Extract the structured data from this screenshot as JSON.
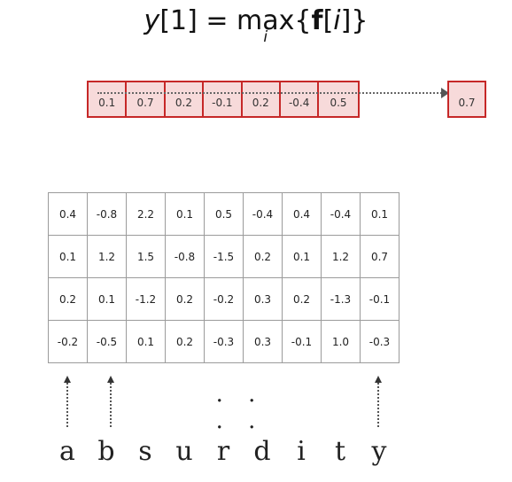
{
  "formula": {
    "lhs_var": "y",
    "lhs_index": "[1]",
    "equals": "=",
    "op": "max",
    "op_subscript": "i",
    "arg_open": "{",
    "arg_var": "f",
    "arg_index_open": "[",
    "arg_index": "i",
    "arg_index_close": "]",
    "arg_close": "}"
  },
  "pooled_vector": [
    "0.1",
    "0.7",
    "0.2",
    "-0.1",
    "0.2",
    "-0.4",
    "0.5"
  ],
  "pooled_result": "0.7",
  "matrix": [
    [
      "0.4",
      "-0.8",
      "2.2",
      "0.1",
      "0.5",
      "-0.4",
      "0.4",
      "-0.4",
      "0.1"
    ],
    [
      "0.1",
      "1.2",
      "1.5",
      "-0.8",
      "-1.5",
      "0.2",
      "0.1",
      "1.2",
      "0.7"
    ],
    [
      "0.2",
      "0.1",
      "-1.2",
      "0.2",
      "-0.2",
      "0.3",
      "0.2",
      "-1.3",
      "-0.1"
    ],
    [
      "-0.2",
      "-0.5",
      "0.1",
      "0.2",
      "-0.3",
      "0.3",
      "-0.1",
      "1.0",
      "-0.3"
    ]
  ],
  "ellipsis": "· · · ·",
  "characters": [
    "a",
    "b",
    "s",
    "u",
    "r",
    "d",
    "i",
    "t",
    "y"
  ],
  "colors": {
    "highlight_border": "#c62828",
    "highlight_fill": "#f7dada"
  }
}
